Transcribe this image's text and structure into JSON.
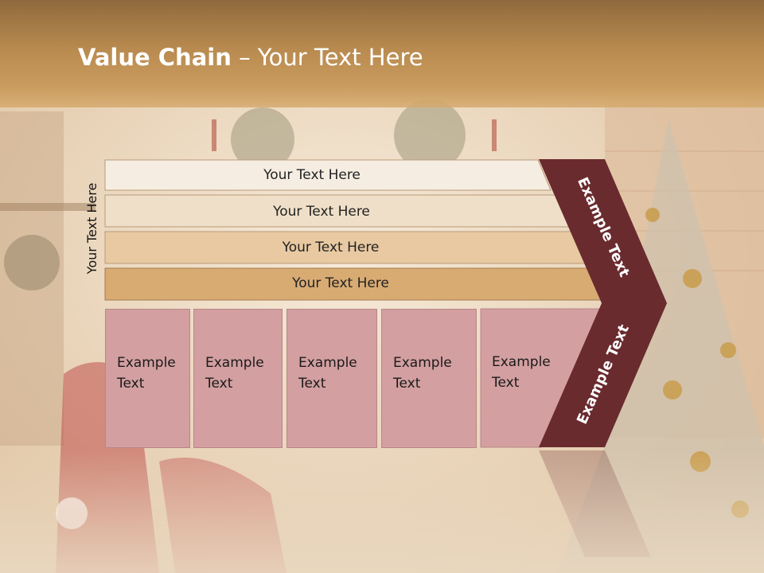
{
  "slide": {
    "title_bold": "Value Chain",
    "title_rest": " – Your Text Here",
    "side_label": "Your Text Here"
  },
  "rows": [
    {
      "label": "Your Text Here",
      "color": "#f6ede2"
    },
    {
      "label": "Your Text Here",
      "color": "#f0dfc8"
    },
    {
      "label": "Your Text Here",
      "color": "#e8c9a1"
    },
    {
      "label": "Your Text Here",
      "color": "#d8ab73"
    }
  ],
  "boxes": [
    {
      "label": "Example Text"
    },
    {
      "label": "Example Text"
    },
    {
      "label": "Example Text"
    },
    {
      "label": "Example Text"
    },
    {
      "label": "Example Text"
    }
  ],
  "chevron": {
    "upper_label": "Example Text",
    "lower_label": "Example Text",
    "color": "#6a2b2e"
  }
}
